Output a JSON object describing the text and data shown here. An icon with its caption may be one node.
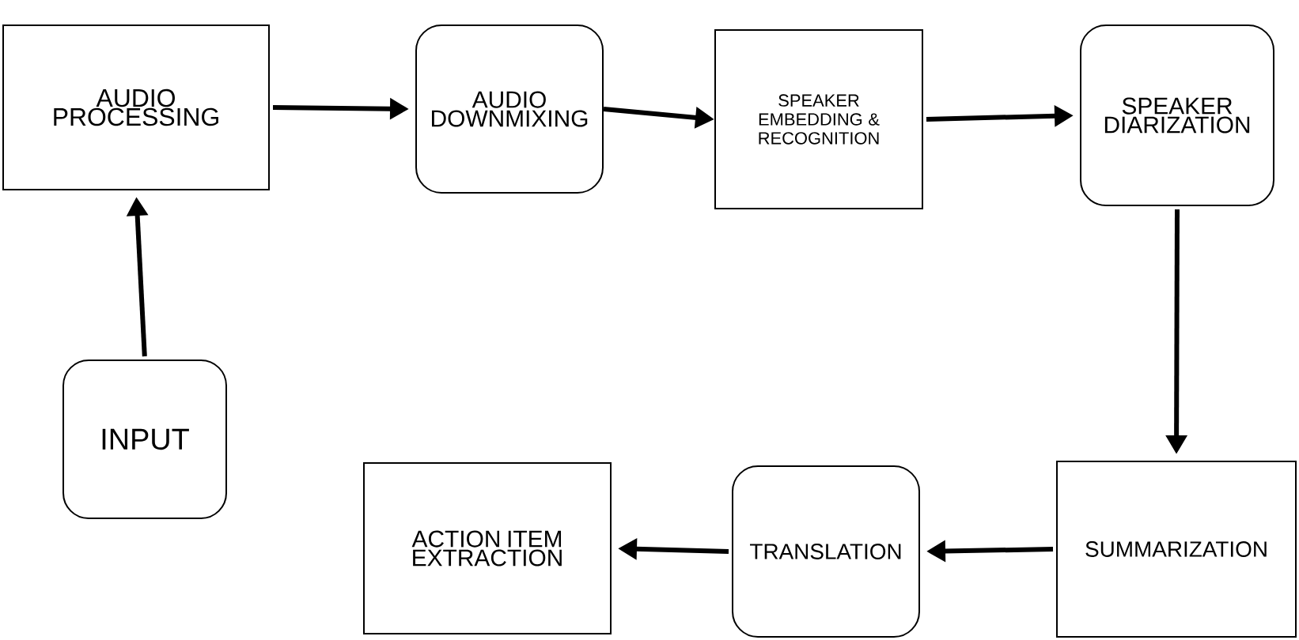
{
  "diagram": {
    "nodes": [
      {
        "text": [
          "AUDIO PROCESSING"
        ]
      },
      {
        "text": [
          "AUDIO DOWNMIXING"
        ]
      },
      {
        "text": [
          "SPEAKER EMBEDDING & RECOGNITION"
        ]
      },
      {
        "text": [
          "SPEAKER DIARIZATION"
        ]
      },
      {
        "text": [
          "INPUT"
        ]
      },
      {
        "text": [
          "SUMMARIZATION"
        ]
      },
      {
        "text": [
          "TRANSLATION"
        ]
      },
      {
        "text": [
          "ACTION ITEM EXTRACTION"
        ]
      }
    ],
    "edges": [
      {
        "from": 4,
        "to": 0,
        "arrow": "to"
      },
      {
        "from": 0,
        "to": 1,
        "arrow": "to"
      },
      {
        "from": 1,
        "to": 2,
        "arrow": "to"
      },
      {
        "from": 2,
        "to": 3,
        "arrow": "to"
      },
      {
        "from": 3,
        "to": 5,
        "arrow": "to"
      },
      {
        "from": 5,
        "to": 6,
        "arrow": "to"
      },
      {
        "from": 6,
        "to": 7,
        "arrow": "to"
      }
    ]
  }
}
